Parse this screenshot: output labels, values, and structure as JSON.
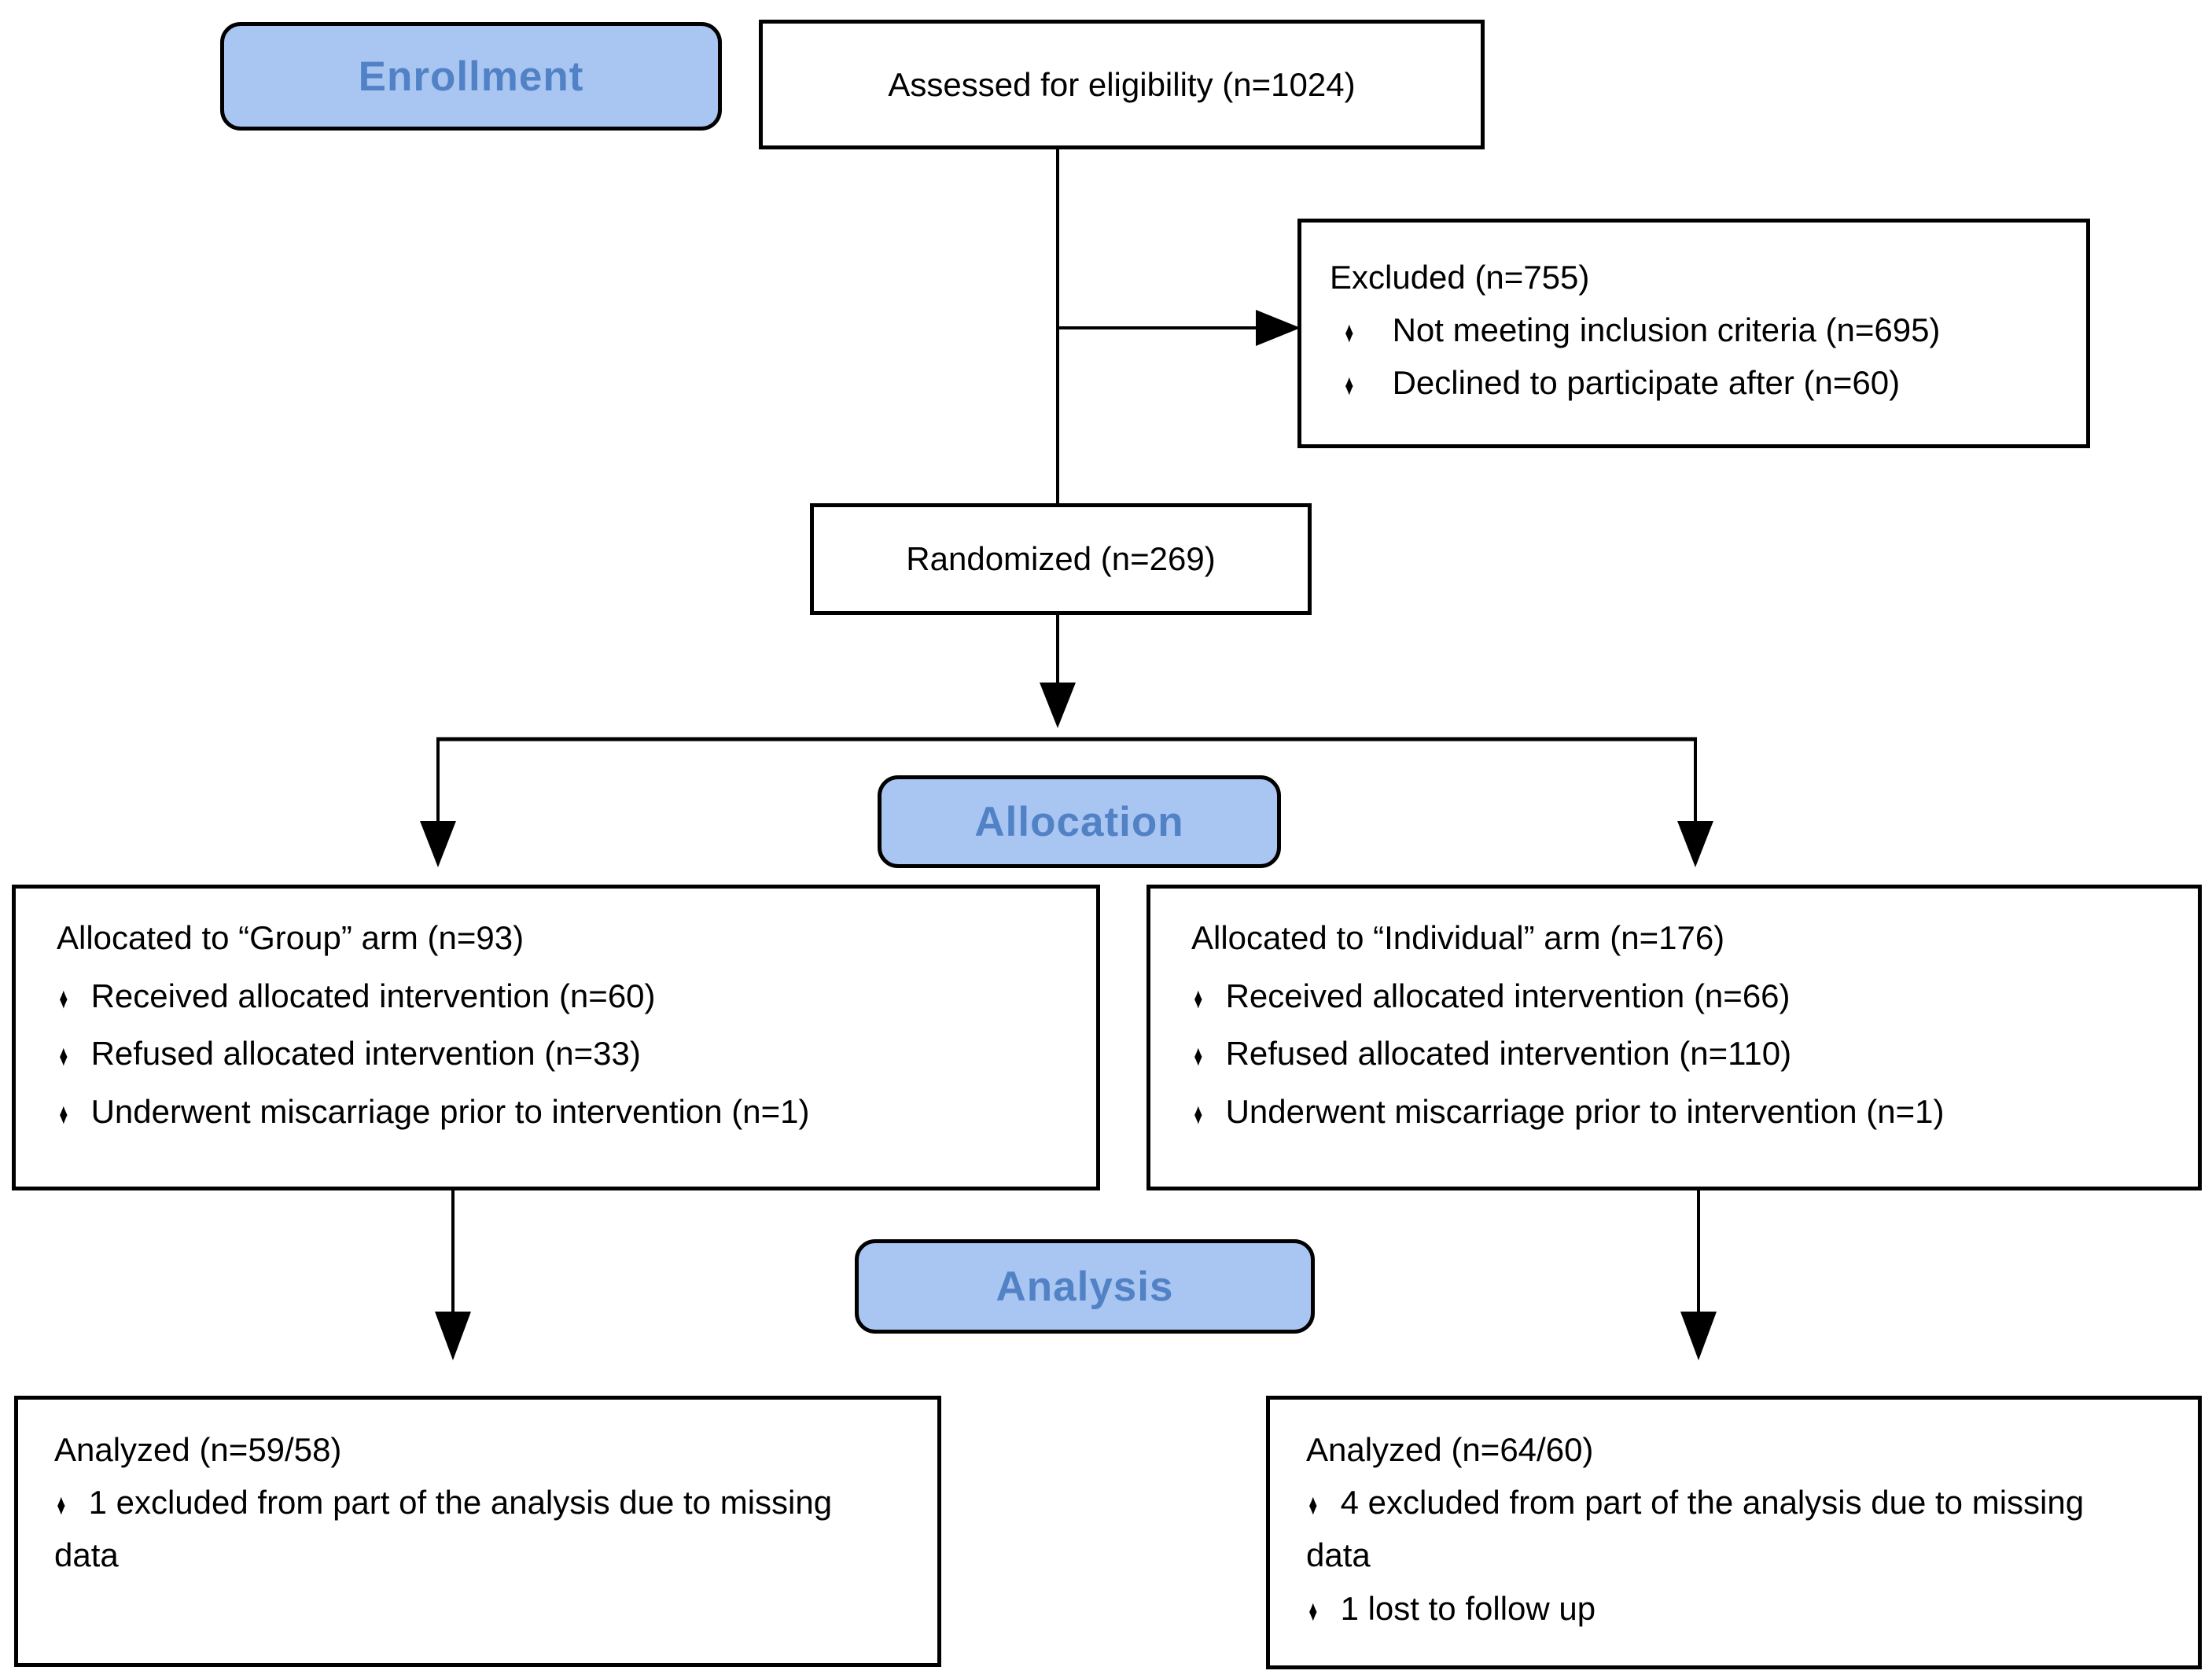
{
  "stage_labels": {
    "enrollment": "Enrollment",
    "allocation": "Allocation",
    "analysis": "Analysis"
  },
  "bullet_glyph": "♦",
  "colors": {
    "stage_fill": "#a9c5f1",
    "stage_text": "#5282c6",
    "box_border": "#000000",
    "line": "#000000"
  },
  "boxes": {
    "assessed": {
      "text": "Assessed for eligibility (n=1024)"
    },
    "excluded": {
      "title": "Excluded (n=755)",
      "bullets": [
        "Not meeting inclusion criteria (n=695)",
        "Declined to participate after (n=60)"
      ]
    },
    "randomized": {
      "text": "Randomized (n=269)"
    },
    "allocated_group": {
      "title": "Allocated to “Group” arm (n=93)",
      "bullets": [
        "Received allocated intervention (n=60)",
        "Refused allocated intervention (n=33)",
        "Underwent miscarriage prior to intervention (n=1)"
      ]
    },
    "allocated_individual": {
      "title": "Allocated to “Individual” arm (n=176)",
      "bullets": [
        "Received allocated intervention (n=66)",
        "Refused allocated intervention (n=110)",
        "Underwent miscarriage prior to intervention (n=1)"
      ]
    },
    "analyzed_group": {
      "title": "Analyzed (n=59/58)",
      "bullets": [
        "1 excluded from part of the analysis due to missing data"
      ]
    },
    "analyzed_individual": {
      "title": "Analyzed (n=64/60)",
      "bullets": [
        "4 excluded from part of the analysis due to missing data",
        "1 lost to follow up"
      ]
    }
  }
}
